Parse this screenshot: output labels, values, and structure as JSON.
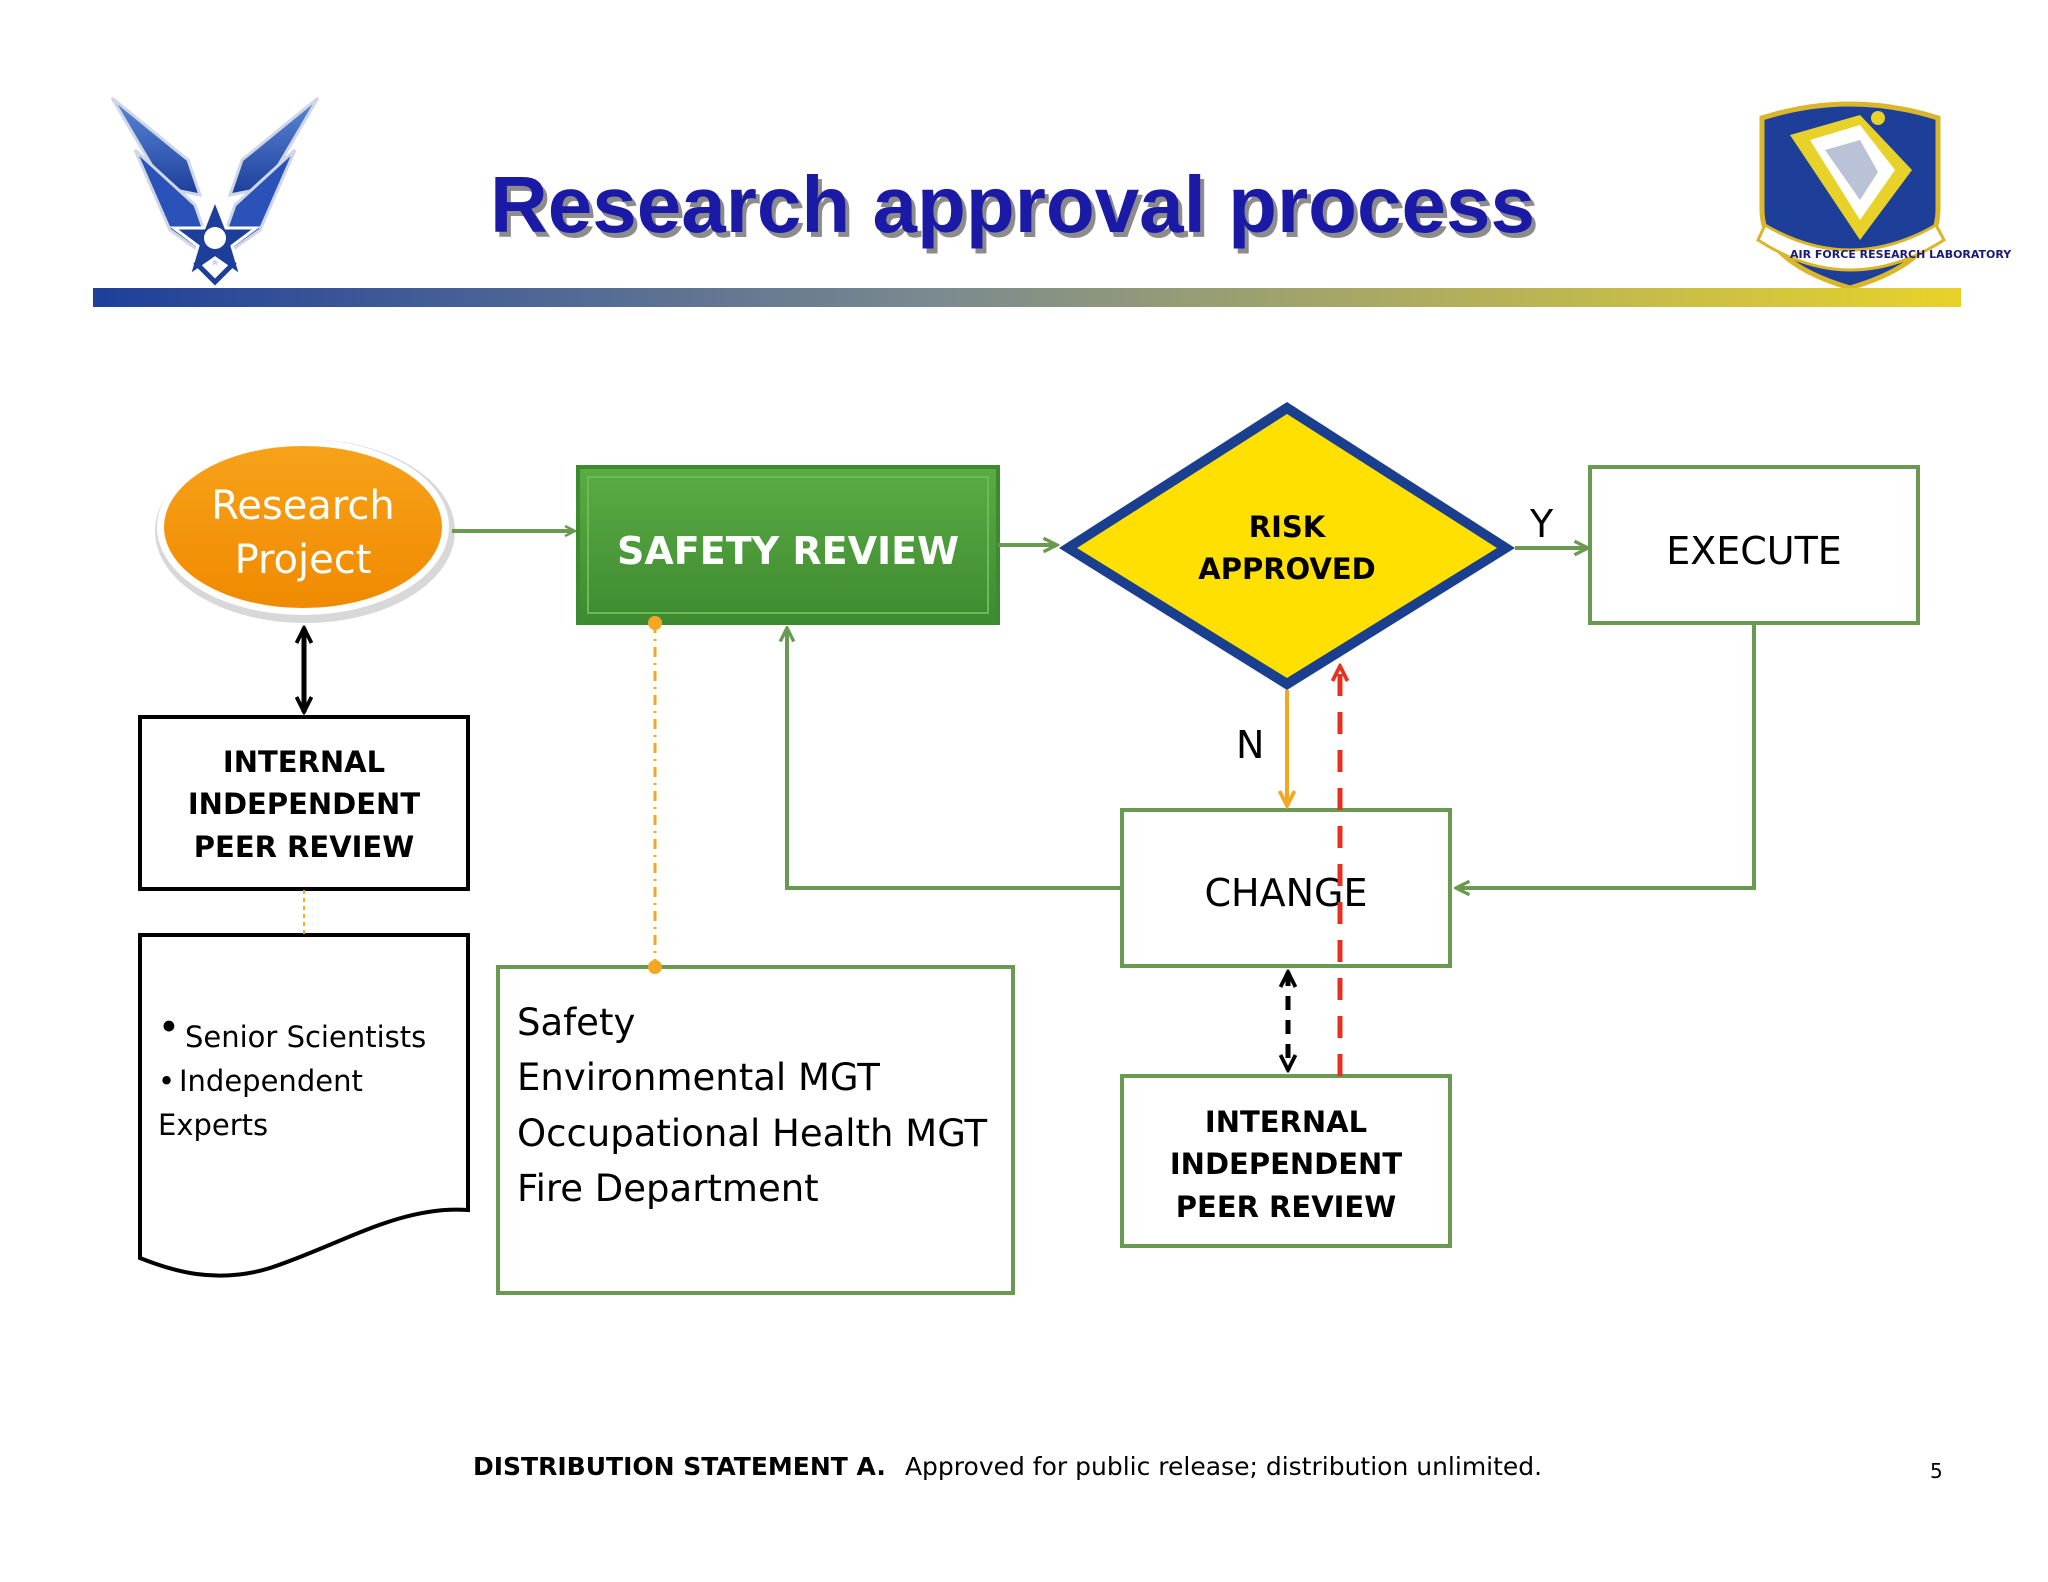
{
  "slide": {
    "title": "Research approval process",
    "page_number": "5"
  },
  "footer": {
    "statement_bold": "DISTRIBUTION STATEMENT A.",
    "statement_text": "Approved for public release; distribution unlimited."
  },
  "logos": {
    "left_icon": "air-force-wings-emblem",
    "right_icon": "air-force-research-laboratory-shield",
    "right_seal_text": "AIR FORCE RESEARCH LABORATORY"
  },
  "colors": {
    "title": "#1a1aa6",
    "accent_green": "#6a9a52",
    "safety_fill": "#4e9a3c",
    "oval_fill": "#f5960c",
    "diamond_fill": "#ffe000",
    "diamond_border": "#1b3f8f",
    "orange_arrow": "#f5a623",
    "red_dash": "#e53020"
  },
  "nodes": {
    "research_project": {
      "line1": "Research",
      "line2": "Project"
    },
    "safety_review": {
      "label": "SAFETY REVIEW"
    },
    "risk_approved": {
      "line1": "RISK",
      "line2": "APPROVED"
    },
    "execute": {
      "label": "EXECUTE"
    },
    "change": {
      "label": "CHANGE"
    },
    "peer_review_left": {
      "line1": "INTERNAL",
      "line2": "INDEPENDENT",
      "line3": "PEER REVIEW"
    },
    "peer_review_right": {
      "line1": "INTERNAL",
      "line2": "INDEPENDENT",
      "line3": "PEER REVIEW"
    },
    "reviewers_doc": {
      "line1": "Senior Scientists",
      "line2": "Independent",
      "line3": "Experts",
      "bullet": "•"
    },
    "safety_list": {
      "item1": "Safety",
      "item2": "Environmental MGT",
      "item3": "Occupational Health MGT",
      "item4": "Fire Department"
    }
  },
  "edges": {
    "yes_label": "Y",
    "no_label": "N"
  }
}
